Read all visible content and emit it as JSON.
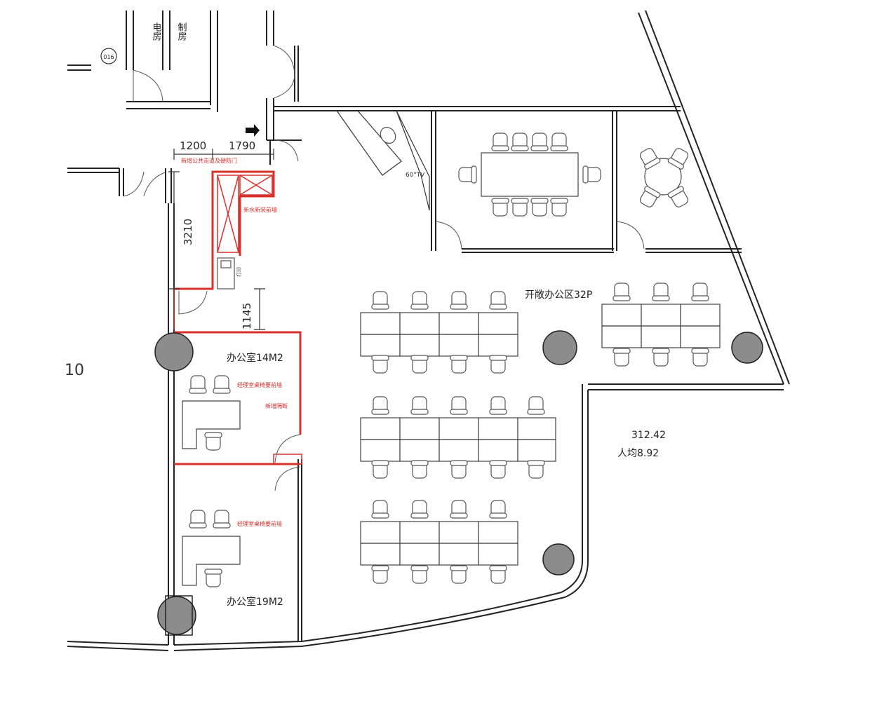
{
  "rooms": {
    "electrical_room": "电房",
    "room_2": "制房",
    "office_1": "办公室14M2",
    "office_2": "办公室19M2",
    "open_office": "开敞办公区32P",
    "left_unit": "10"
  },
  "area": {
    "total": "312.42",
    "per_person": "人均8.92"
  },
  "dimensions": {
    "d1": "1200",
    "d2": "1790",
    "d3": "3210",
    "d4": "1145"
  },
  "notes": {
    "new_fire_door": "新增公共走道及硬防门",
    "new_wall_top": "新水新装前墙",
    "office1_wall": "经理室桌椅要前墙",
    "office1_glass": "新增隔断",
    "office2_wall": "经理室桌椅要前墙"
  },
  "tv_label": "60\"TV",
  "equipment_label": "打印",
  "tag": "016",
  "colors": {
    "wall": "#222222",
    "new_wall": "#d9302c",
    "column": "#8c8c8c"
  }
}
